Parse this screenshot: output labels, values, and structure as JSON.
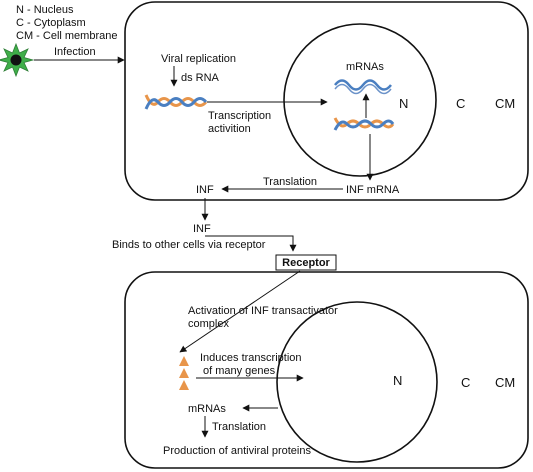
{
  "legend": {
    "line1": "N - Nucleus",
    "line2": "C - Cytoplasm",
    "line3": "CM - Cell membrane"
  },
  "top_cell": {
    "infection": "Infection",
    "viral_replication": "Viral replication",
    "ds_rna": "ds RNA",
    "transcription_line1": "Transcription",
    "transcription_line2": "activition",
    "mrnas": "mRNAs",
    "nucleus_n": "N",
    "cytoplasm_c": "C",
    "membrane_cm": "CM",
    "inf": "INF",
    "translation": "Translation",
    "inf_mrna": "INF mRNA"
  },
  "between": {
    "inf": "INF",
    "binds": "Binds to other cells via receptor",
    "receptor": "Receptor"
  },
  "bottom_cell": {
    "activation_line1": "Activation of INF transactivator",
    "activation_line2": "complex",
    "induces_line1": "Induces transcription",
    "induces_line2": "of many genes",
    "nucleus_n": "N",
    "cytoplasm_c": "C",
    "membrane_cm": "CM",
    "mrnas": "mRNAs",
    "translation": "Translation",
    "production": "Production of antiviral proteins"
  },
  "colors": {
    "dna_strand_a": "#e8954a",
    "dna_strand_b": "#4a7fc1",
    "rna_strand": "#4a7fc1",
    "virus_body": "#3fae49",
    "virus_core": "#111111",
    "transactivator": "#e8954a"
  },
  "icons": [
    "virus-icon",
    "ds-rna-helix-icon",
    "mrna-wave-icon",
    "transactivator-triangle-icon"
  ]
}
